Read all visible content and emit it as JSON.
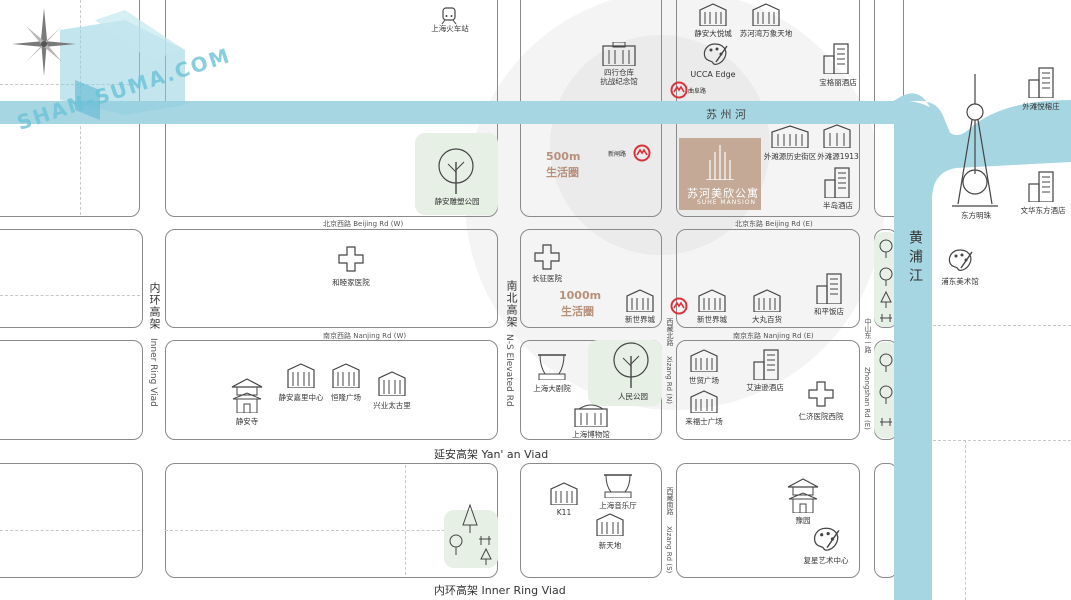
{
  "watermark": "SHAN-SUMA.COM",
  "river": {
    "suzhou_creek": "苏 州 河",
    "huangpu": "黄浦江"
  },
  "circles": {
    "r500": "500m",
    "r500_sub": "生活圈",
    "r1000": "1000m",
    "r1000_sub": "生活圈"
  },
  "project": {
    "name": "苏河美欣公寓",
    "en": "SUHE MANSION"
  },
  "roads": {
    "beijing_w": "北京西路  Beijing Rd (W)",
    "beijing_e": "北京东路  Beijing Rd (E)",
    "nanjing_w": "南京西路  Nanjing Rd (W)",
    "nanjing_e": "南京东路  Nanjing Rd (E)",
    "yanan": "延安高架  Yan' an Viad",
    "inner_ring_bottom": "内环高架  Inner Ring Viad",
    "inner_ring_v_cn": "内环高架",
    "inner_ring_v_en": "Inner Ring Viad",
    "ns_cn": "南北高架",
    "ns_en": "N-S Elevated Rd",
    "xizang_cn": "西藏北路",
    "xizang_n_en": "Xizang Rd (N)",
    "xizang_s_cn": "西藏南路",
    "xizang_s_en": "Xizang Rd (S)",
    "zhongshan_cn": "中山东一路",
    "zhongshan_en": "Zhongshan Rd (E)"
  },
  "metro": {
    "qufu": "曲阜路",
    "xinzha": "新闸路"
  },
  "pois": {
    "shanghai_station": "上海火车站",
    "jingan_joy": "静安大悦城",
    "suhewan": "苏河湾万象天地",
    "sihang": "四行仓库\n抗战纪念馆",
    "ucca": "UCCA Edge",
    "bulgari": "宝格丽酒店",
    "waitan_hyatt": "外滩悦榕庄",
    "waitan_yuan": "外滩源历史街区",
    "waitan1913": "外滩源1913",
    "peninsula": "半岛酒店",
    "oriental_pearl": "东方明珠",
    "mandarin": "文华东方酒店",
    "sculpture_park": "静安雕塑公园",
    "heping_hospital": "和睦家医院",
    "changzheng": "长征医院",
    "new_world_city": "新世界城",
    "new_world_city_2": "新世界城",
    "daimaru": "大丸百货",
    "peace_hotel": "和平饭店",
    "pudong_art": "浦东美术馆",
    "jingan_temple": "静安寺",
    "jingan_kerry": "静安嘉里中心",
    "plaza66": "恒隆广场",
    "taikoo": "兴业太古里",
    "grand_theatre": "上海大剧院",
    "peoples_park": "人民公园",
    "museum": "上海博物馆",
    "world_trade": "世贸广场",
    "raffles": "来福士广场",
    "edition": "艾迪逊酒店",
    "renji": "仁济医院西院",
    "k11": "K11",
    "concert_hall": "上海音乐厅",
    "xintiandi": "新天地",
    "yuyuan": "豫园",
    "fuxing_art": "复星艺术中心"
  },
  "colors": {
    "river": "#a7d6e3",
    "park": "#e6f0e4",
    "metro": "#d9333a",
    "project": "#c4aa96",
    "block_border": "#8a8a8a"
  }
}
